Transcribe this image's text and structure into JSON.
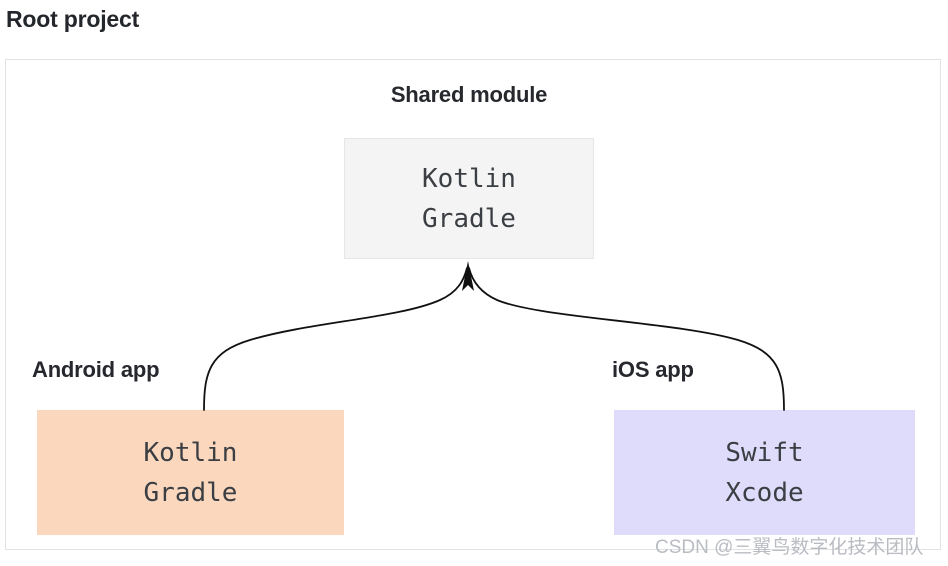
{
  "page": {
    "title": "Root project",
    "watermark": "CSDN @三翼鸟数字化技术团队"
  },
  "colors": {
    "frame_border": "#e3e3e3",
    "shared_fill": "#f4f4f4",
    "shared_border": "#e6e6e6",
    "android_fill": "#fbd8bd",
    "ios_fill": "#dedcfa",
    "label_text": "#26282d",
    "mono_text": "#3b3e43",
    "arrow": "#111111",
    "watermark_text": "#b9bcc2"
  },
  "diagram": {
    "type": "block-diagram",
    "nodes": [
      {
        "id": "shared",
        "label": "Shared module",
        "lines": [
          "Kotlin",
          "Gradle"
        ],
        "fill": "#f4f4f4"
      },
      {
        "id": "android",
        "label": "Android app",
        "lines": [
          "Kotlin",
          "Gradle"
        ],
        "fill": "#fbd8bd"
      },
      {
        "id": "ios",
        "label": "iOS app",
        "lines": [
          "Swift",
          "Xcode"
        ],
        "fill": "#dedcfa"
      }
    ],
    "edges": [
      {
        "from": "android",
        "to": "shared",
        "style": "curved-arrow"
      },
      {
        "from": "ios",
        "to": "shared",
        "style": "curved-arrow"
      }
    ]
  }
}
